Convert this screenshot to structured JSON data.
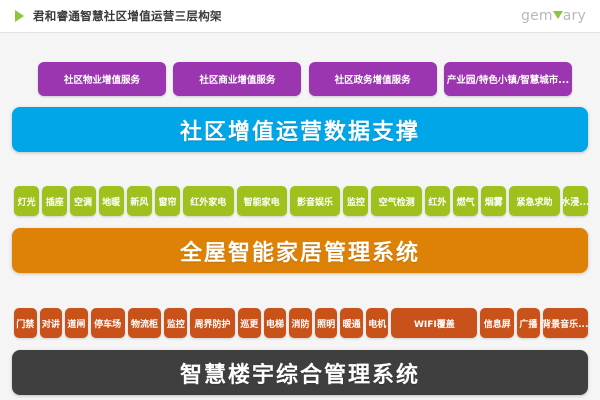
{
  "header": {
    "play_icon": "play-triangle-icon",
    "title": "君和睿通智慧社区增值运营三层构架",
    "logo_part1": "gem",
    "logo_part2": "ary",
    "logo_full": "gemvary"
  },
  "layer_top": {
    "boxes": [
      {
        "label": "社区物业增值服务"
      },
      {
        "label": "社区商业增值服务"
      },
      {
        "label": "社区政务增值服务"
      },
      {
        "label": "产业园/特色小镇/智慧城市..."
      }
    ],
    "banner": "社区增值运营数据支撑",
    "banner_color": "#00a6e8"
  },
  "layer_middle": {
    "tags": [
      "灯光",
      "插座",
      "空调",
      "地暖",
      "新风",
      "窗帘",
      "红外家电",
      "智能家电",
      "影音娱乐",
      "监控",
      "空气检测",
      "红外",
      "燃气",
      "烟雾",
      "紧急求助",
      "水浸..."
    ],
    "banner": "全屋智能家居管理系统",
    "banner_color": "#de8207",
    "tag_color": "#9fc11e"
  },
  "layer_bottom": {
    "tags": [
      "门禁",
      "对讲",
      "道闸",
      "停车场",
      "物流柜",
      "监控",
      "周界防护",
      "巡更",
      "电梯",
      "消防",
      "照明",
      "暖通",
      "电机",
      "WIFI覆盖",
      "信息屏",
      "广播",
      "背景音乐..."
    ],
    "banner": "智慧楼宇综合管理系统",
    "banner_color": "#3f3f3f",
    "tag_color": "#c8521a"
  },
  "colors": {
    "purple": "#9b35b0",
    "background": "#f5f5f5",
    "accent_green": "#8cc63e"
  }
}
